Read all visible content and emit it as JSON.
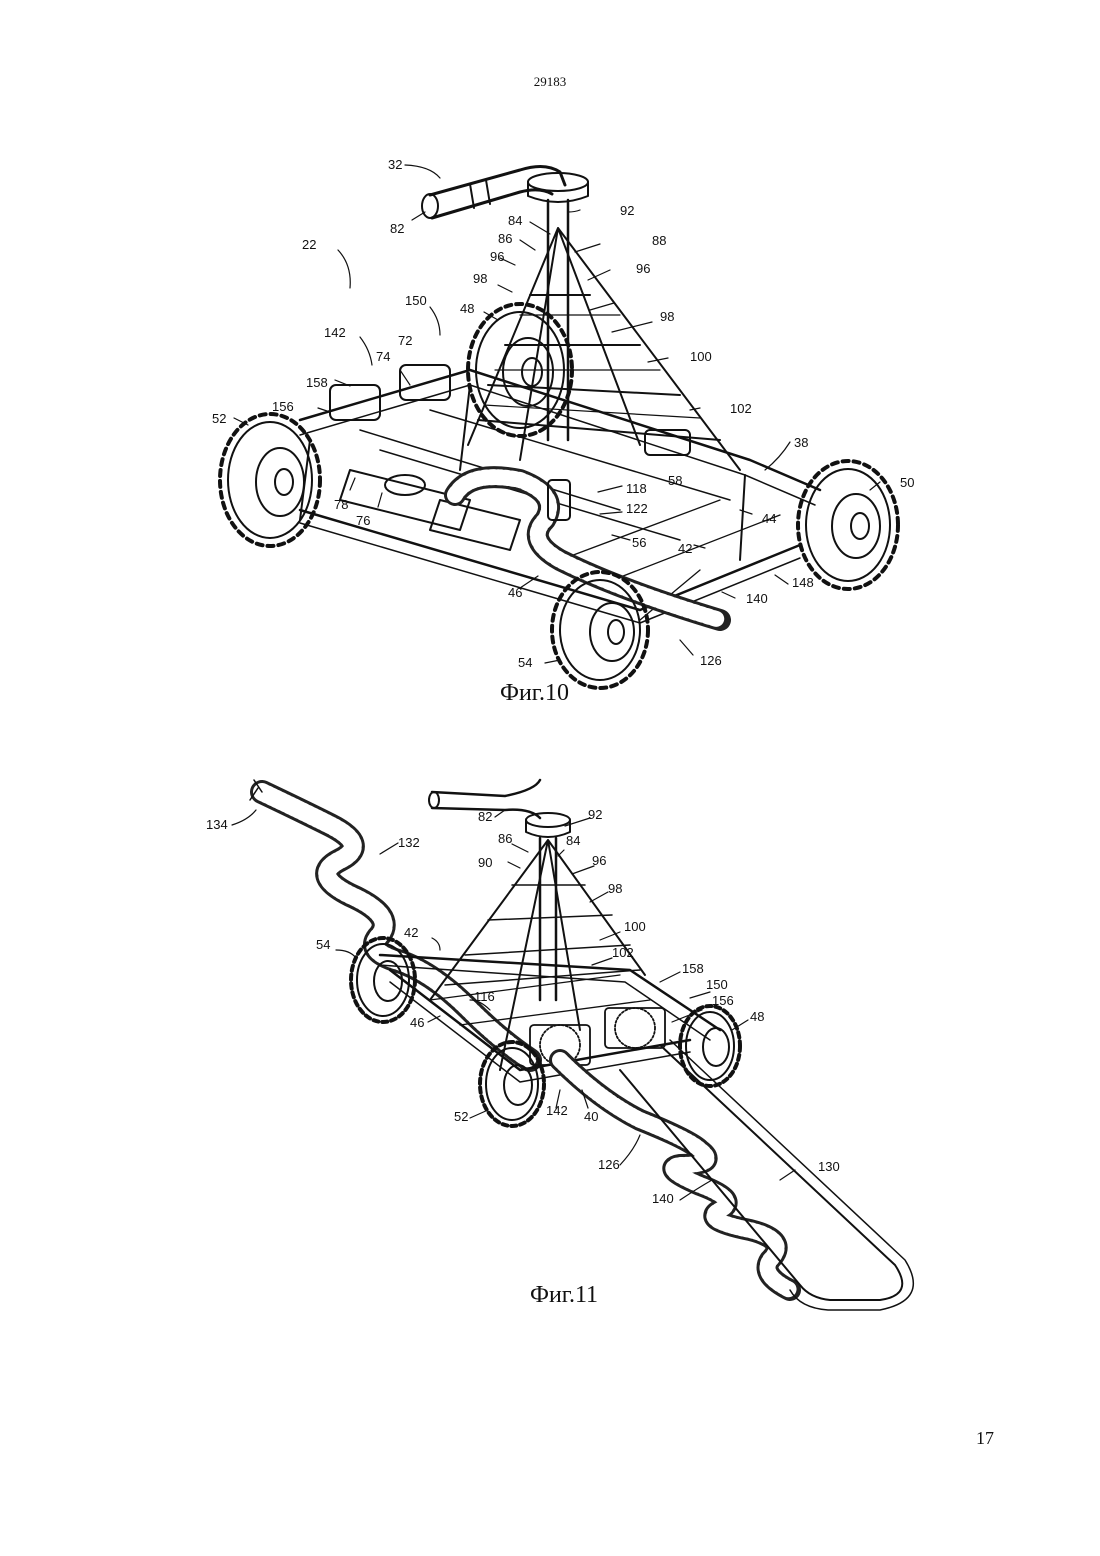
{
  "header": {
    "doc_number": "29183",
    "page_number": "17"
  },
  "figures": [
    {
      "caption": "Фиг.10",
      "labels": [
        "32",
        "82",
        "92",
        "84",
        "86",
        "88",
        "22",
        "96",
        "96",
        "98",
        "98",
        "48",
        "150",
        "142",
        "72",
        "74",
        "100",
        "158",
        "102",
        "156",
        "52",
        "38",
        "58",
        "50",
        "118",
        "78",
        "122",
        "76",
        "44",
        "56",
        "42",
        "148",
        "46",
        "140",
        "54",
        "126"
      ]
    },
    {
      "caption": "Фиг.11",
      "labels": [
        "134",
        "82",
        "92",
        "132",
        "86",
        "84",
        "90",
        "96",
        "98",
        "100",
        "42",
        "54",
        "102",
        "158",
        "116",
        "150",
        "156",
        "48",
        "46",
        "52",
        "142",
        "40",
        "126",
        "130",
        "140"
      ]
    }
  ]
}
